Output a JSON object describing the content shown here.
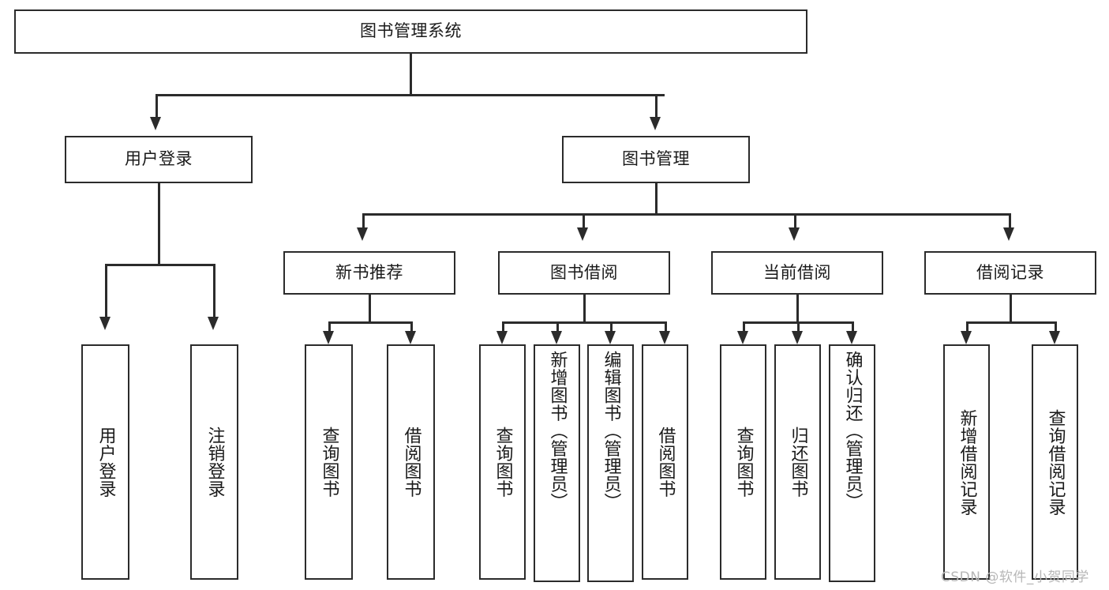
{
  "diagram": {
    "title": "图书管理系统",
    "watermark": "CSDN @软件_小贺同学",
    "colors": {
      "box_border": "#2b2b2b",
      "box_fill": "#ffffff",
      "edge": "#2b2b2b",
      "text": "#1a1a1a",
      "watermark": "#b7b7b7",
      "background": "#ffffff"
    },
    "levels": {
      "root": {
        "label": "图书管理系统"
      },
      "level2": [
        {
          "label": "用户登录"
        },
        {
          "label": "图书管理"
        }
      ],
      "level3": [
        {
          "label": "新书推荐"
        },
        {
          "label": "图书借阅"
        },
        {
          "label": "当前借阅"
        },
        {
          "label": "借阅记录"
        }
      ],
      "leaves": {
        "user_login": [
          {
            "label": "用户登录"
          },
          {
            "label": "注销登录"
          }
        ],
        "new_book_recommend": [
          {
            "label": "查询图书"
          },
          {
            "label": "借阅图书"
          }
        ],
        "book_borrow": [
          {
            "label": "查询图书"
          },
          {
            "label": "新增图书（管理员）"
          },
          {
            "label": "编辑图书（管理员）"
          },
          {
            "label": "借阅图书"
          }
        ],
        "current_borrow": [
          {
            "label": "查询图书"
          },
          {
            "label": "归还图书"
          },
          {
            "label": "确认归还（管理员）"
          }
        ],
        "borrow_record": [
          {
            "label": "新增借阅记录"
          },
          {
            "label": "查询借阅记录"
          }
        ]
      }
    }
  }
}
